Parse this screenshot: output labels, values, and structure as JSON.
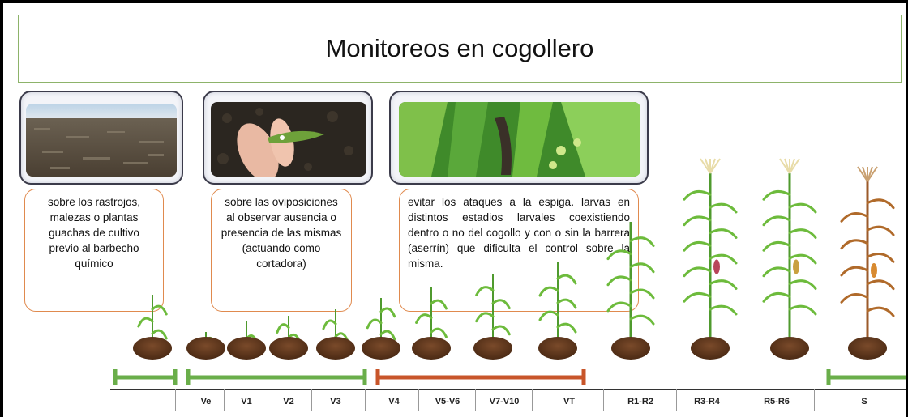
{
  "title": "Monitoreos  en cogollero",
  "cards": [
    {
      "image_icon": "field-stubble-photo",
      "text": "sobre los rastrojos, malezas o plantas guachas de cultivo previo al barbecho químico"
    },
    {
      "image_icon": "hand-holding-leaf-photo",
      "text": "sobre las oviposiciones al observar ausencia o presencia de las mismas (actuando como cortadora)"
    },
    {
      "image_icon": "larva-on-corn-photo",
      "text": "evitar los ataques a la espiga. larvas en distintos estadios larvales coexistiendo dentro o no del cogollo y con o sin la barrera (aserrín) que dificulta el control sobre la misma."
    }
  ],
  "stages": [
    "Ve",
    "V1",
    "V2",
    "V3",
    "V4",
    "V5-V6",
    "V7-V10",
    "VT",
    "R1-R2",
    "R3-R4",
    "R5-R6",
    "S"
  ],
  "colors": {
    "green_bar": "#6aae4a",
    "orange_bar": "#c8552a",
    "title_border": "#8db36a",
    "text_border": "#e08a4e"
  }
}
